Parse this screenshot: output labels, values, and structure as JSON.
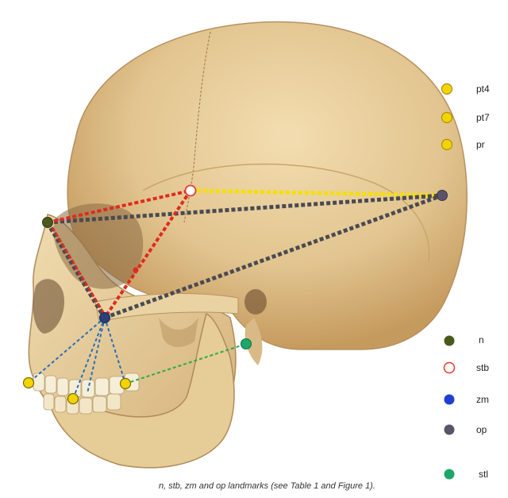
{
  "caption": "n, stb, zm and op landmarks (see Table 1 and Figure 1).",
  "legend": [
    {
      "label": "pt4",
      "color": "#f2d400",
      "marker": "filled-yellow"
    },
    {
      "label": "pt7",
      "color": "#f2d400",
      "marker": "filled-yellow"
    },
    {
      "label": "pr",
      "color": "#f2d400",
      "marker": "filled-yellow"
    },
    {
      "label": "n",
      "color": "#4a5a1c",
      "marker": "filled"
    },
    {
      "label": "stb",
      "color": "#e23a2a",
      "marker": "hollow"
    },
    {
      "label": "zm",
      "color": "#1f3fa8",
      "marker": "filled"
    },
    {
      "label": "op",
      "color": "#5b5468",
      "marker": "filled"
    },
    {
      "label": "stl",
      "color": "#1ea66a",
      "marker": "filled"
    }
  ],
  "colors": {
    "red_line": "#e02a1e",
    "yellow_line": "#f5e000",
    "gray_line": "#4a4a52",
    "blue_line": "#2a6fb8",
    "green_line": "#2fa84a",
    "bone": "#e8cf9c",
    "bone_shadow": "#c9a66b"
  }
}
